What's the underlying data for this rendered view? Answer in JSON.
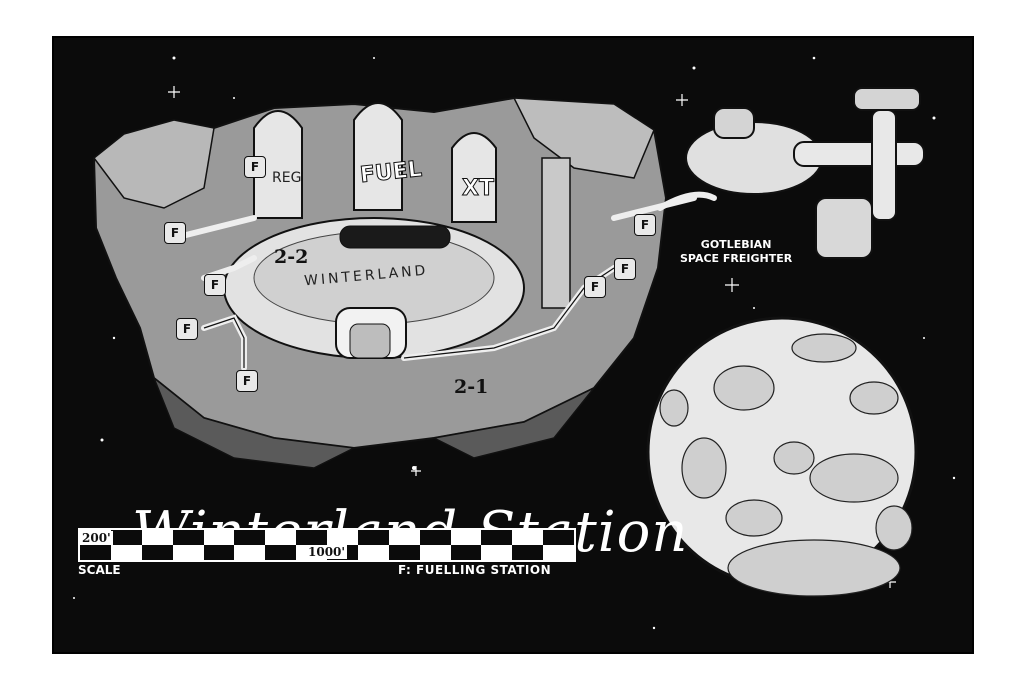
{
  "map": {
    "title": "Winterland Station",
    "locations": {
      "area_22": "2-2",
      "area_21": "2-1",
      "roof_sign": "WINTERLAND"
    },
    "tanks": {
      "reg": "REG",
      "fuel": "FUEL",
      "xt": "XT"
    },
    "fuel_marker": "F",
    "ship": {
      "line1": "GOTLEBIAN",
      "line2": "SPACE FREIGHTER"
    },
    "scale": {
      "caption": "SCALE",
      "mark_small": "200'",
      "mark_large": "1000'"
    },
    "legend": "F: FUELLING STATION"
  },
  "colors": {
    "space": "#0b0b0b",
    "ink": "#ffffff",
    "rock": "#9a9a9a"
  }
}
